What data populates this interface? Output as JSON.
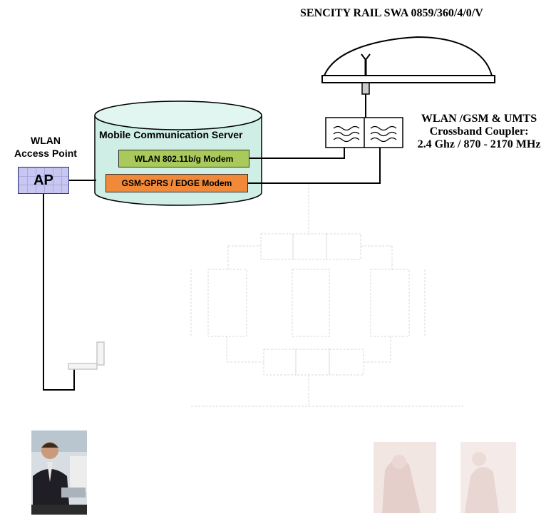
{
  "antenna": {
    "title": "SENCITY   RAIL SWA 0859/360/4/0/V"
  },
  "coupler": {
    "line1": "WLAN /GSM & UMTS",
    "line2": "Crossband Coupler:",
    "line3": "2.4 Ghz / 870 - 2170 MHz"
  },
  "access_point": {
    "title_line1": "WLAN",
    "title_line2": "Access Point",
    "box_label": "AP"
  },
  "server": {
    "title": "Mobile Communication Server",
    "wlan_modem": "WLAN 802.11b/g Modem",
    "gsm_modem": "GSM-GPRS / EDGE Modem"
  },
  "colors": {
    "server_fill": "#cfeee6",
    "wlan_modem_fill": "#a9c95a",
    "gsm_modem_fill": "#f08a3a",
    "ap_fill": "#c7c7f2"
  }
}
